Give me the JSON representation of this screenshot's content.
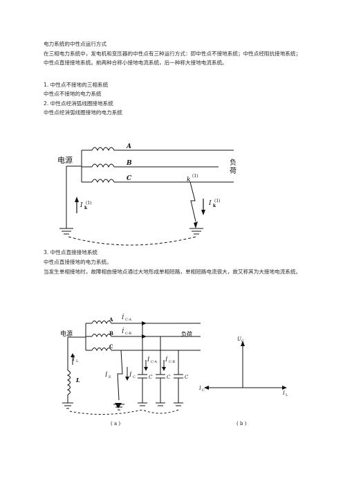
{
  "doc": {
    "title": "电力系统的中性点运行方式",
    "intro": "在三相电力系统中，发电机和变压器的中性点有三种运行方式：即中性点不接地系统；中性点经阻抗接地系统；中性点直接接地系统。前两种合称小接地电流系统，后一种称大接地电流系统。",
    "s1_heading": "1. 中性点不接地的三相系统",
    "s1_sub": "中性点不接地的电力系统",
    "s2_heading": "2. 中性点经消弧线圈接地系统",
    "s2_sub": "中性点经消弧线圈接地的电力系统",
    "s3_heading": "3. 中性点直接接地系统",
    "s3_sub": "中性点直接接地的电力系统。",
    "s3_text": "当发生单相接地时，故障相由接地点通过大地形成单相短路，单相短路电流很大，故又称其为大接地电流系统。"
  },
  "fig1": {
    "source": "电源",
    "load_1": "负",
    "load_2": "荷",
    "phase_a": "A",
    "phase_b": "B",
    "phase_c": "C",
    "fault_point": "k",
    "fault_sup": "(1)",
    "current_left": "I",
    "current_left_sub": "k",
    "current_left_sup": "(1)",
    "current_right": "I",
    "current_right_sub": "k",
    "current_right_sup": "(1)"
  },
  "fig2": {
    "source": "电源",
    "load": "负荷",
    "phase_a": "A",
    "phase_b": "B",
    "phase_c": "C",
    "i_ca": "İ",
    "i_ca_sub": "C·A",
    "i_cb": "İ",
    "i_cb_sub": "C·B",
    "i_ca2_sub": "C·A",
    "i_cb2_sub": "C·B",
    "il": "İ",
    "il_sub": "L",
    "inductor": "L",
    "ie_sub": "E",
    "ic_sub": "C",
    "cap1": "C",
    "cap2": "C",
    "cap3": "C",
    "caption_a": "( a )",
    "caption_b": "( b )",
    "uc": "U",
    "uc_sub": "C",
    "vec_ic": "I",
    "vec_ic_sub": "C",
    "vec_il": "I",
    "vec_il_sub": "L"
  }
}
